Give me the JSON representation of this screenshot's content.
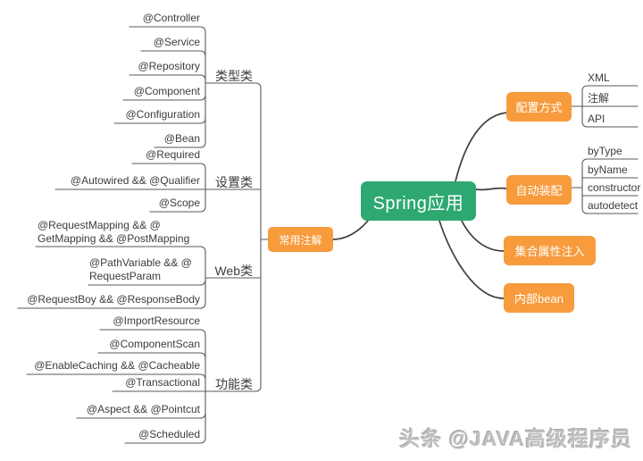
{
  "colors": {
    "root_bg": "#2EA871",
    "branch_bg": "#F79B3D",
    "node_text": "#FFFFFF",
    "line": "#5A5A5A",
    "connector": "#3F3F3F",
    "label_text": "#3C3C3C",
    "watermark_text": "#BFBFBF"
  },
  "root": {
    "label": "Spring应用"
  },
  "left_branch": {
    "label": "常用注解",
    "groups": [
      {
        "label": "类型类",
        "leaves": [
          "@Controller",
          "@Service",
          "@Repository",
          "@Component",
          "@Configuration",
          "@Bean"
        ]
      },
      {
        "label": "设置类",
        "leaves": [
          "@Required",
          "@Autowired && @Qualifier",
          "@Scope"
        ]
      },
      {
        "label": "Web类",
        "leaves": [
          "@RequestMapping && @\nGetMapping && @PostMapping",
          "@PathVariable && @\nRequestParam",
          "@RequestBoy && @ResponseBody"
        ]
      },
      {
        "label": "功能类",
        "leaves": [
          "@ImportResource",
          "@ComponentScan",
          "@EnableCaching && @Cacheable",
          "@Transactional",
          "@Aspect && @Pointcut",
          "@Scheduled"
        ]
      }
    ]
  },
  "right_branches": [
    {
      "label": "配置方式",
      "leaves": [
        "XML",
        "注解",
        "API"
      ]
    },
    {
      "label": "自动装配",
      "leaves": [
        "byType",
        "byName",
        "constructor",
        "autodetect"
      ]
    },
    {
      "label": "集合属性注入",
      "leaves": []
    },
    {
      "label": "内部bean",
      "leaves": []
    }
  ],
  "watermark": "头条 @JAVA高级程序员"
}
